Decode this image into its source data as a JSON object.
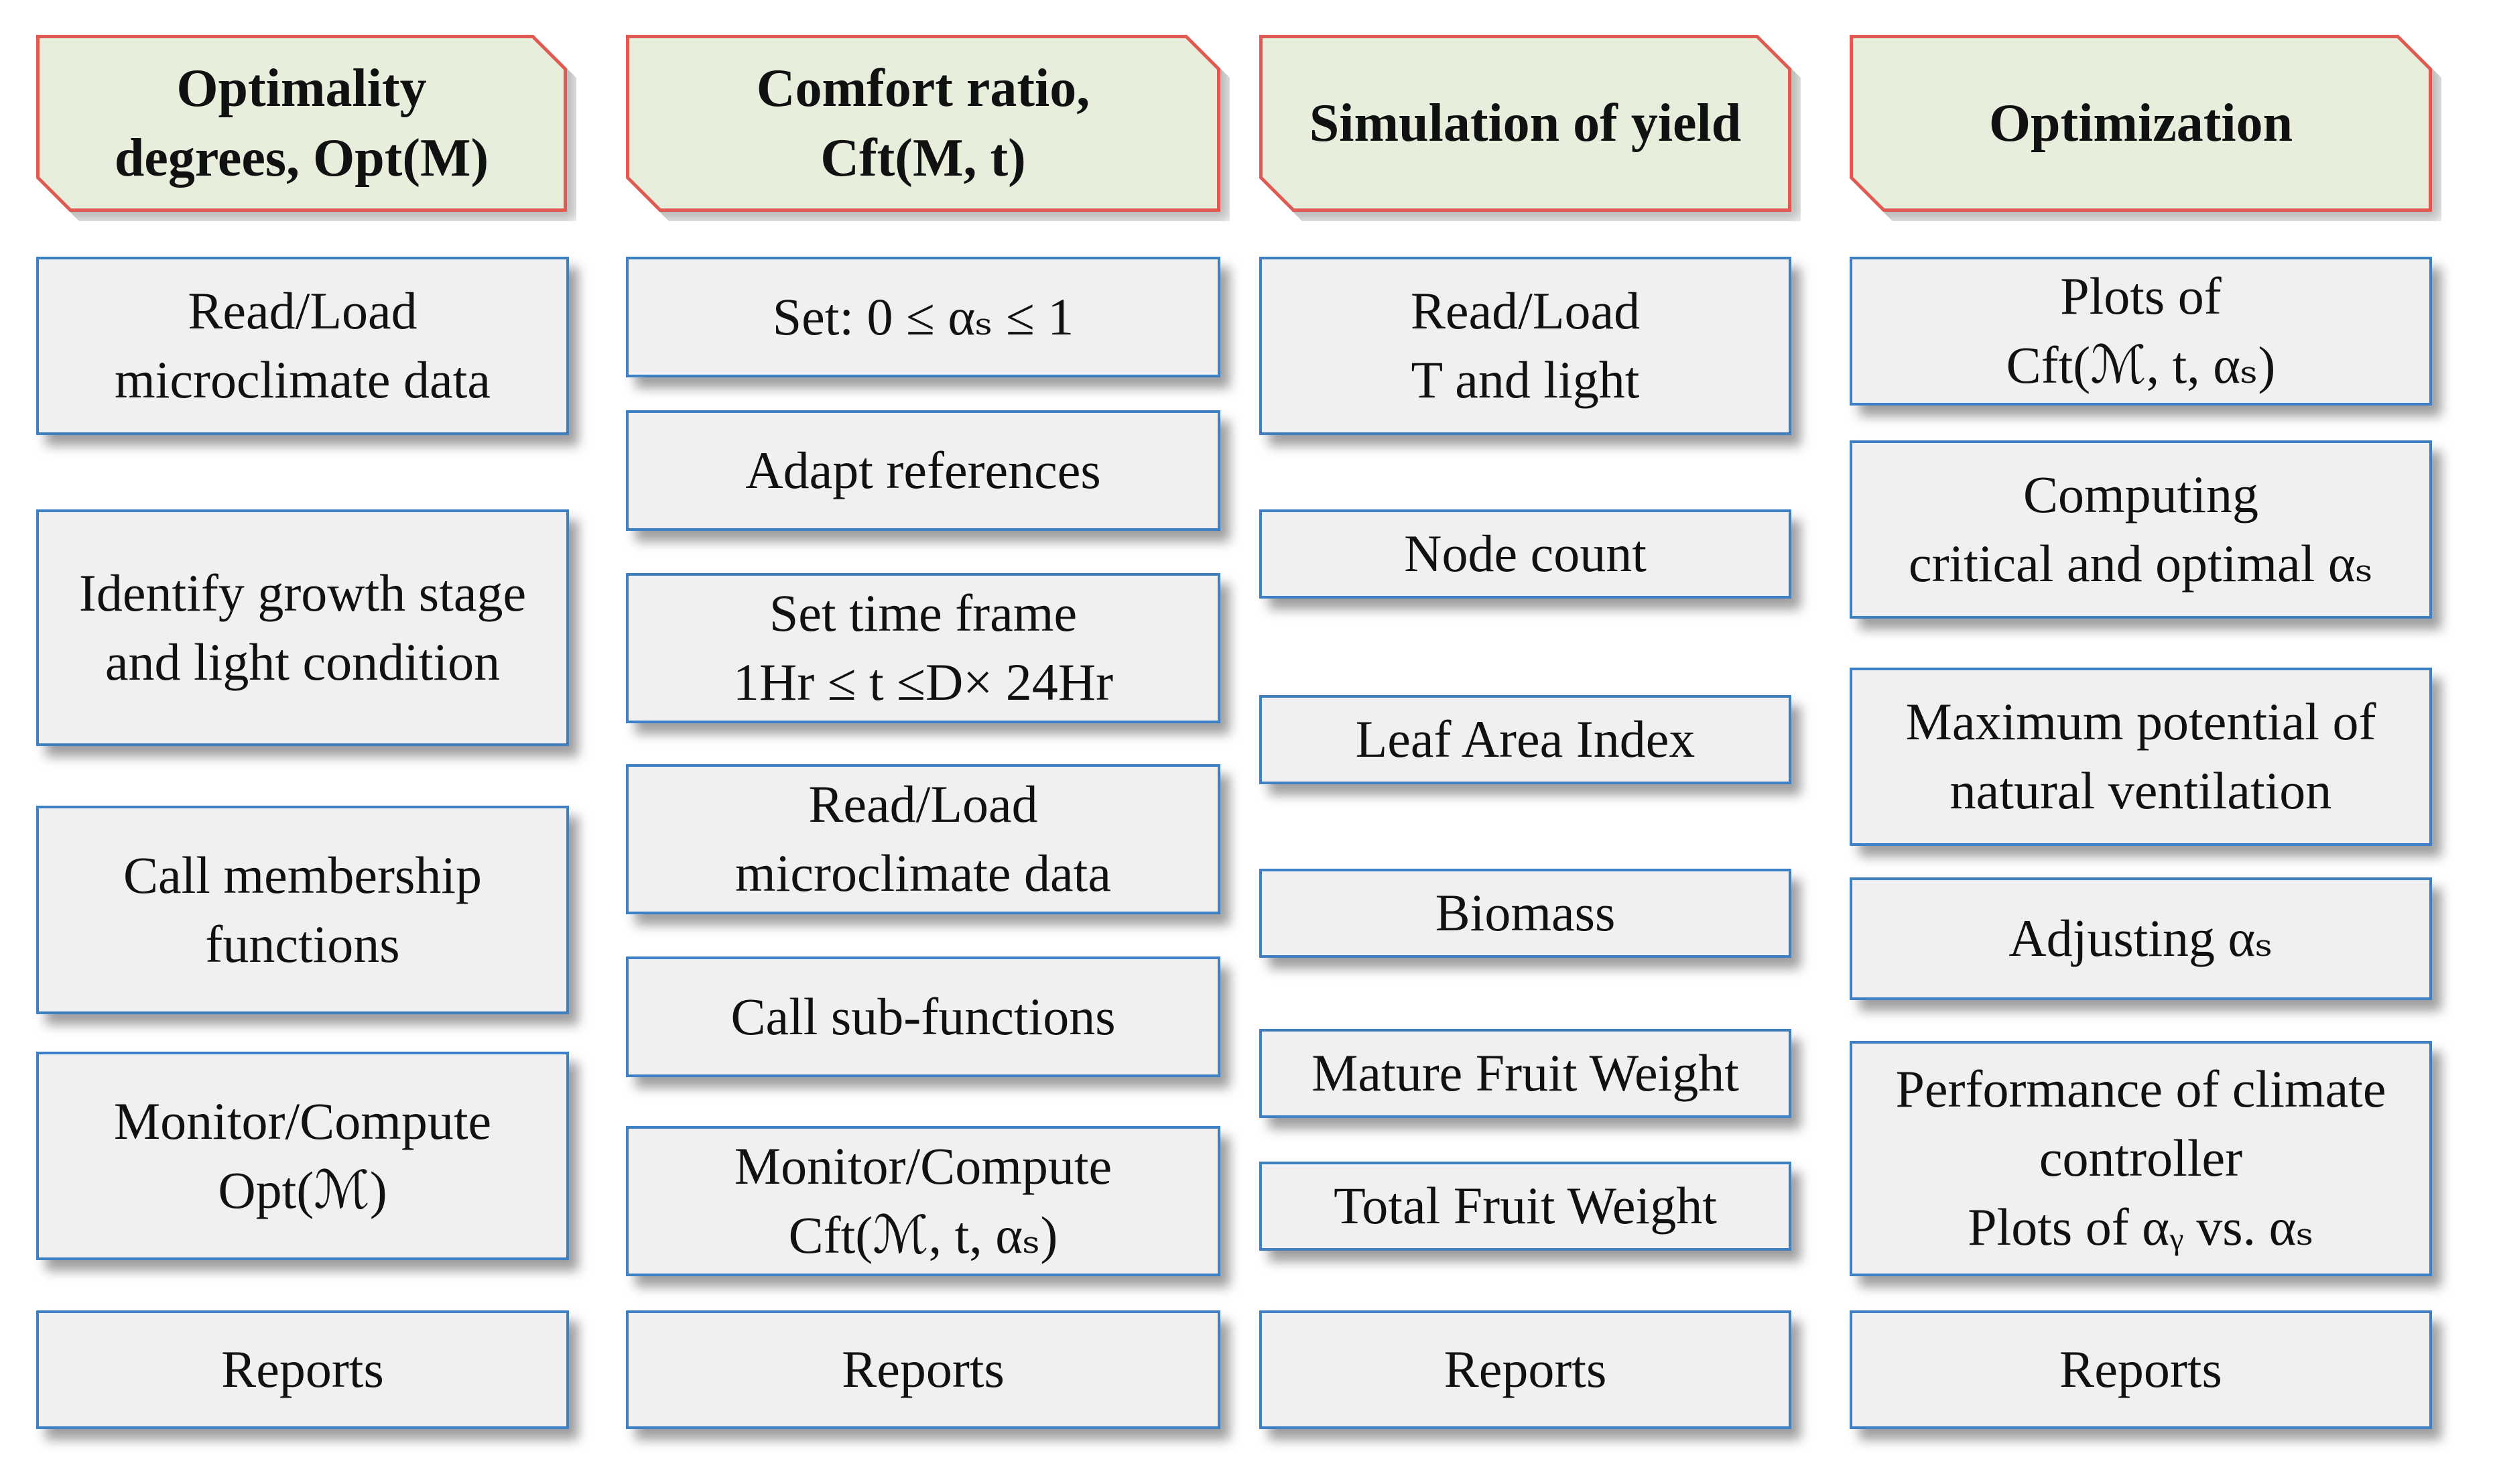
{
  "columns": [
    {
      "header": "Optimality\ndegrees, Opt(M)",
      "steps": [
        "Read/Load\nmicroclimate data",
        "Identify growth stage\nand light condition",
        "Call membership\nfunctions",
        "Monitor/Compute\nOpt(ℳ)",
        "Reports"
      ]
    },
    {
      "header": "Comfort ratio,\nCft(M, t)",
      "steps": [
        "Set: 0 ≤ αₛ ≤ 1",
        "Adapt references",
        "Set time frame\n1Hr ≤ t ≤D× 24Hr",
        "Read/Load\nmicroclimate data",
        "Call sub-functions",
        "Monitor/Compute\nCft(ℳ, t, αₛ)",
        "Reports"
      ]
    },
    {
      "header": "Simulation of yield",
      "steps": [
        "Read/Load\nT and light",
        "Node count",
        "Leaf Area Index",
        "Biomass",
        "Mature Fruit Weight",
        "Total Fruit Weight",
        "Reports"
      ]
    },
    {
      "header": "Optimization",
      "steps": [
        "Plots of\nCft(ℳ, t, αₛ)",
        "Computing\ncritical and optimal αₛ",
        "Maximum potential of\nnatural ventilation",
        "Adjusting αₛ",
        "Performance of climate\ncontroller\nPlots of αᵧ vs. αₛ",
        "Reports"
      ]
    }
  ]
}
